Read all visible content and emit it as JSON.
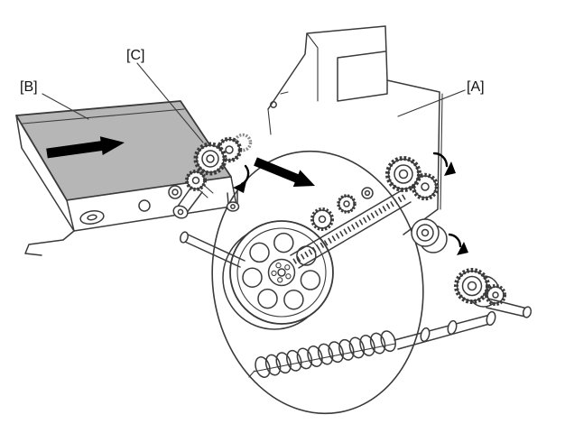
{
  "labels": {
    "a": "[A]",
    "b": "[B]",
    "c": "[C]"
  },
  "colors": {
    "line": "#3a3a3a",
    "belt_surface": "#b6b6b6",
    "arrow": "#000000",
    "background": "#ffffff"
  }
}
